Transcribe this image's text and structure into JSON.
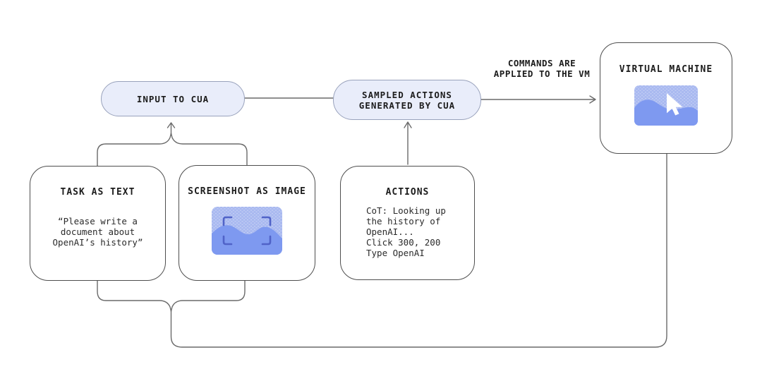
{
  "diagram": {
    "pills": {
      "input": {
        "label": "INPUT TO CUA"
      },
      "sampled": {
        "label_line1": "SAMPLED ACTIONS",
        "label_line2": "GENERATED BY CUA"
      }
    },
    "vm_arrow_label": {
      "line1": "COMMANDS ARE",
      "line2": "APPLIED TO THE VM"
    },
    "boxes": {
      "task": {
        "title": "TASK AS TEXT",
        "quote_line1": "“Please write a",
        "quote_line2": "document about",
        "quote_line3": "OpenAI’s history”"
      },
      "screenshot": {
        "title": "SCREENSHOT AS IMAGE",
        "icon": "screenshot-thumbnail-icon"
      },
      "actions": {
        "title": "ACTIONS",
        "lines": [
          "CoT: Looking up",
          "the history of",
          "OpenAI...",
          "Click 300, 200",
          "Type OpenAI"
        ]
      },
      "vm": {
        "title": "VIRTUAL MACHINE",
        "icon": "screen-with-cursor-icon"
      }
    },
    "colors": {
      "pill_fill": "#e9edfa",
      "pill_border": "#99a2bc",
      "box_border": "#4e4e4e",
      "connector": "#6a6a6a",
      "text": "#1c1c1c",
      "icon_light_blue": "#a9b9f0",
      "icon_wave_blue": "#7e99f0",
      "icon_bracket_blue": "#5063c8",
      "cursor": "#ffffff"
    }
  }
}
